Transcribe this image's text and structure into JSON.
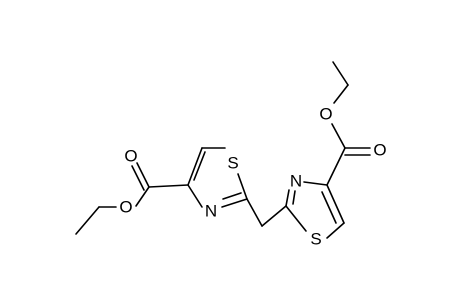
{
  "molecule": {
    "atoms": [
      {
        "id": "o_carbonyl_left",
        "symbol": "O"
      },
      {
        "id": "o_ester_left",
        "symbol": "O"
      },
      {
        "id": "s_left",
        "symbol": "S"
      },
      {
        "id": "n_left",
        "symbol": "N"
      },
      {
        "id": "n_right",
        "symbol": "N"
      },
      {
        "id": "s_right",
        "symbol": "S"
      },
      {
        "id": "o_ester_right",
        "symbol": "O"
      },
      {
        "id": "o_carbonyl_right",
        "symbol": "O"
      }
    ]
  }
}
